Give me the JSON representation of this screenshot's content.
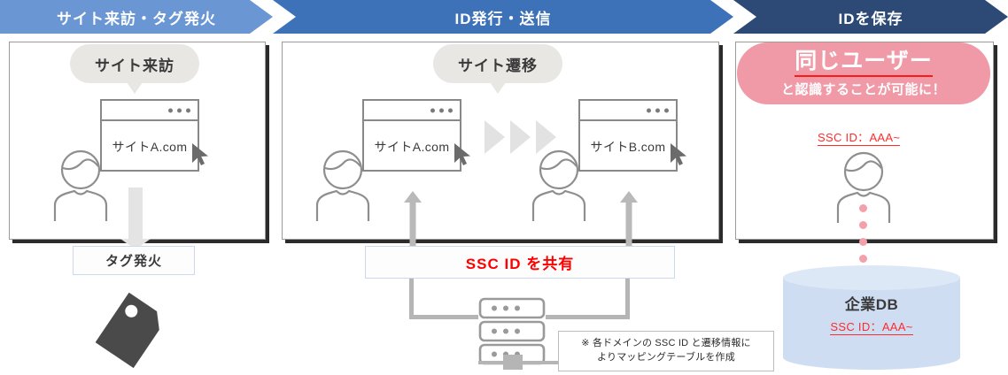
{
  "banner": {
    "steps": [
      {
        "id": "visit-tag",
        "label": "サイト来訪・タグ発火",
        "color": "#6a97d4"
      },
      {
        "id": "id-issue",
        "label": "ID発行・送信",
        "color": "#3d72b8"
      },
      {
        "id": "id-save",
        "label": "IDを保存",
        "color": "#2c4a75"
      }
    ]
  },
  "panel_a": {
    "bubble": "サイト来訪",
    "browser_url": "サイトA.com",
    "tag_label": "タグ発火",
    "icons": {
      "person": "person-icon",
      "cursor": "cursor-icon",
      "tag": "tag-icon"
    }
  },
  "panel_b": {
    "bubble": "サイト遷移",
    "browser_left_url": "サイトA.com",
    "browser_right_url": "サイトB.com",
    "share_label": "SSC ID を共有",
    "note_line1": "※ 各ドメインの SSC ID と遷移情報に",
    "note_line2": "よりマッピングテーブルを作成",
    "icons": {
      "person": "person-icon",
      "cursor": "cursor-icon",
      "server": "server-rack-icon",
      "transition": "triangle-arrow-icon"
    }
  },
  "panel_c": {
    "headline": "同じユーザー",
    "subline": "と認識することが可能に！",
    "ssc_id": "SSC ID：AAA~",
    "db_name": "企業DB",
    "db_ssc_id": "SSC ID：AAA~",
    "icons": {
      "person": "person-icon",
      "database": "database-cylinder-icon",
      "dotted": "dotted-link-icon"
    }
  },
  "colors": {
    "step1": "#6a97d4",
    "step2": "#3d72b8",
    "step3": "#2c4a75",
    "accent_red": "#ff2b2b",
    "pink": "#f09aa8",
    "db_blue": "#cfddf2",
    "bubble_gray": "#e9e7e4",
    "line_gray": "#b5b5b5"
  }
}
